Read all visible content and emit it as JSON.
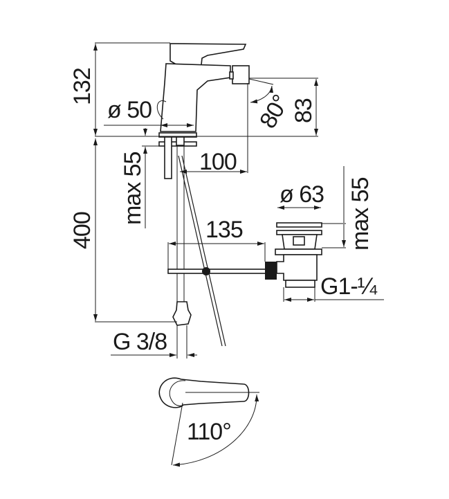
{
  "drawing": {
    "title": "Bidet mixer technical drawing",
    "dimensions": {
      "height_body": "132",
      "base_diameter": "ø 50",
      "spout_height": "83",
      "spout_angle": "80°",
      "max_deck_thickness": "max 55",
      "spout_reach": "100",
      "hose_length": "400",
      "rod_length": "135",
      "waste_diameter": "ø 63",
      "waste_max": "max 55",
      "waste_thread": "G1-¼",
      "supply_thread": "G 3/8",
      "lever_rotation": "110°"
    },
    "colors": {
      "line": "#1a1a1a",
      "background": "#ffffff"
    }
  }
}
